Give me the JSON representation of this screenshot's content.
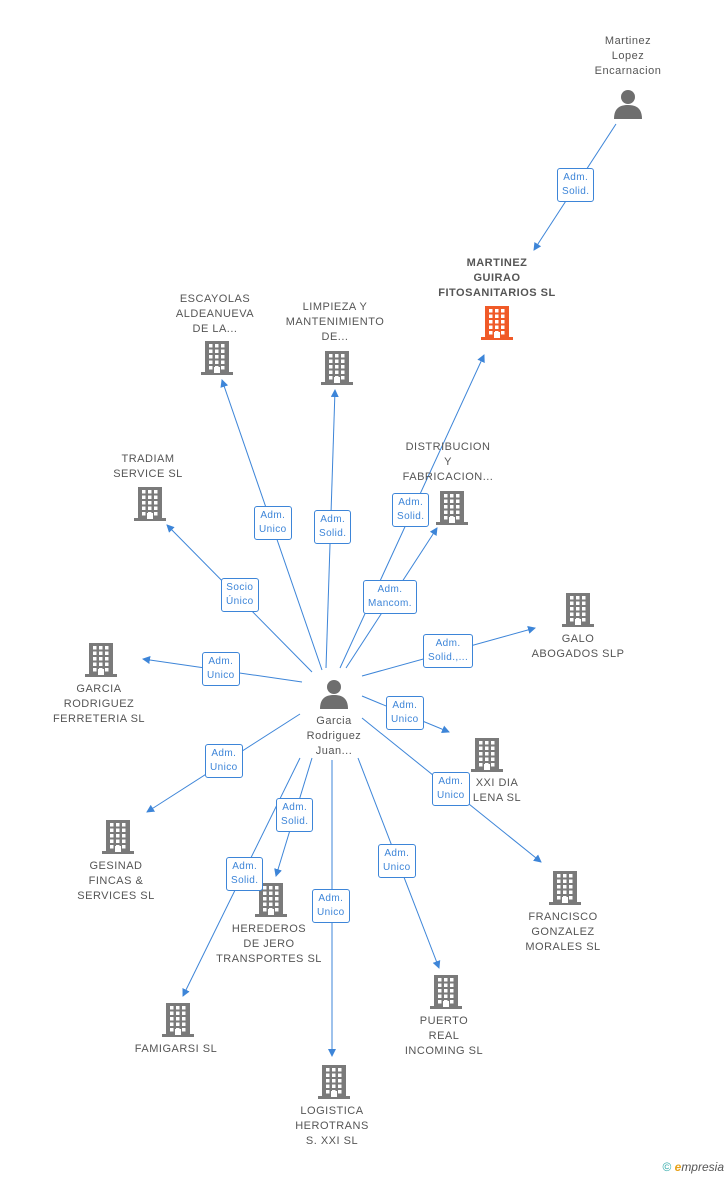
{
  "nodes": {
    "martinez_lopez": {
      "label": "Martinez\nLopez\nEncarnacion",
      "type": "person"
    },
    "martinez_guirao": {
      "label": "MARTINEZ\nGUIRAO\nFITOSANITARIOS SL",
      "type": "company-highlight"
    },
    "escayolas": {
      "label": "ESCAYOLAS\nALDEANUEVA\nDE LA...",
      "type": "company"
    },
    "limpieza": {
      "label": "LIMPIEZA Y\nMANTENIMIENTO\nDE...",
      "type": "company"
    },
    "distribucion": {
      "label": "DISTRIBUCION\nY\nFABRICACION...",
      "type": "company"
    },
    "tradiam": {
      "label": "TRADIAM\nSERVICE  SL",
      "type": "company"
    },
    "galo": {
      "label": "GALO\nABOGADOS SLP",
      "type": "company"
    },
    "garcia_ferreteria": {
      "label": "GARCIA\nRODRIGUEZ\nFERRETERIA  SL",
      "type": "company"
    },
    "garcia_juan": {
      "label": "Garcia\nRodriguez\nJuan...",
      "type": "person"
    },
    "xxi_dia": {
      "label": "XXI DIA\nLENA SL",
      "type": "company"
    },
    "gesinad": {
      "label": "GESINAD\nFINCAS &\nSERVICES SL",
      "type": "company"
    },
    "francisco": {
      "label": "FRANCISCO\nGONZALEZ\nMORALES SL",
      "type": "company"
    },
    "herederos": {
      "label": "HEREDEROS\nDE JERO\nTRANSPORTES SL",
      "type": "company"
    },
    "famigarsi": {
      "label": "FAMIGARSI SL",
      "type": "company"
    },
    "puerto": {
      "label": "PUERTO\nREAL\nINCOMING SL",
      "type": "company"
    },
    "logistica": {
      "label": "LOGISTICA\nHEROTRANS\nS.  XXI SL",
      "type": "company"
    }
  },
  "edges": {
    "e_martinez": {
      "from": "martinez_lopez",
      "to": "martinez_guirao",
      "label": "Adm.\nSolid."
    },
    "e_escayolas": {
      "from": "garcia_juan",
      "to": "escayolas",
      "label": "Adm.\nUnico"
    },
    "e_limpieza": {
      "from": "garcia_juan",
      "to": "limpieza",
      "label": "Adm.\nSolid."
    },
    "e_guirao": {
      "from": "garcia_juan",
      "to": "martinez_guirao",
      "label": "Adm.\nSolid."
    },
    "e_distribucion": {
      "from": "garcia_juan",
      "to": "distribucion",
      "label": "Adm.\nMancom."
    },
    "e_tradiam": {
      "from": "garcia_juan",
      "to": "tradiam",
      "label": "Socio\nÚnico"
    },
    "e_galo": {
      "from": "garcia_juan",
      "to": "galo",
      "label": "Adm.\nSolid.,..."
    },
    "e_ferreteria": {
      "from": "garcia_juan",
      "to": "garcia_ferreteria",
      "label": "Adm.\nUnico"
    },
    "e_xxi": {
      "from": "garcia_juan",
      "to": "xxi_dia",
      "label": "Adm.\nUnico"
    },
    "e_gesinad": {
      "from": "garcia_juan",
      "to": "gesinad",
      "label": "Adm.\nUnico"
    },
    "e_francisco": {
      "from": "garcia_juan",
      "to": "francisco",
      "label": "Adm.\nUnico"
    },
    "e_herederos": {
      "from": "garcia_juan",
      "to": "herederos",
      "label": "Adm.\nSolid."
    },
    "e_famigarsi": {
      "from": "garcia_juan",
      "to": "famigarsi",
      "label": "Adm.\nSolid."
    },
    "e_puerto": {
      "from": "garcia_juan",
      "to": "puerto",
      "label": "Adm.\nUnico"
    },
    "e_logistica": {
      "from": "garcia_juan",
      "to": "logistica",
      "label": "Adm.\nUnico"
    }
  },
  "colors": {
    "edge": "#3d85d8",
    "company": "#7a7a7a",
    "company_highlight": "#f05a28",
    "person": "#6e6e6e"
  },
  "watermark": {
    "symbol": "©",
    "brand_initial": "e",
    "brand_rest": "mpresia"
  }
}
